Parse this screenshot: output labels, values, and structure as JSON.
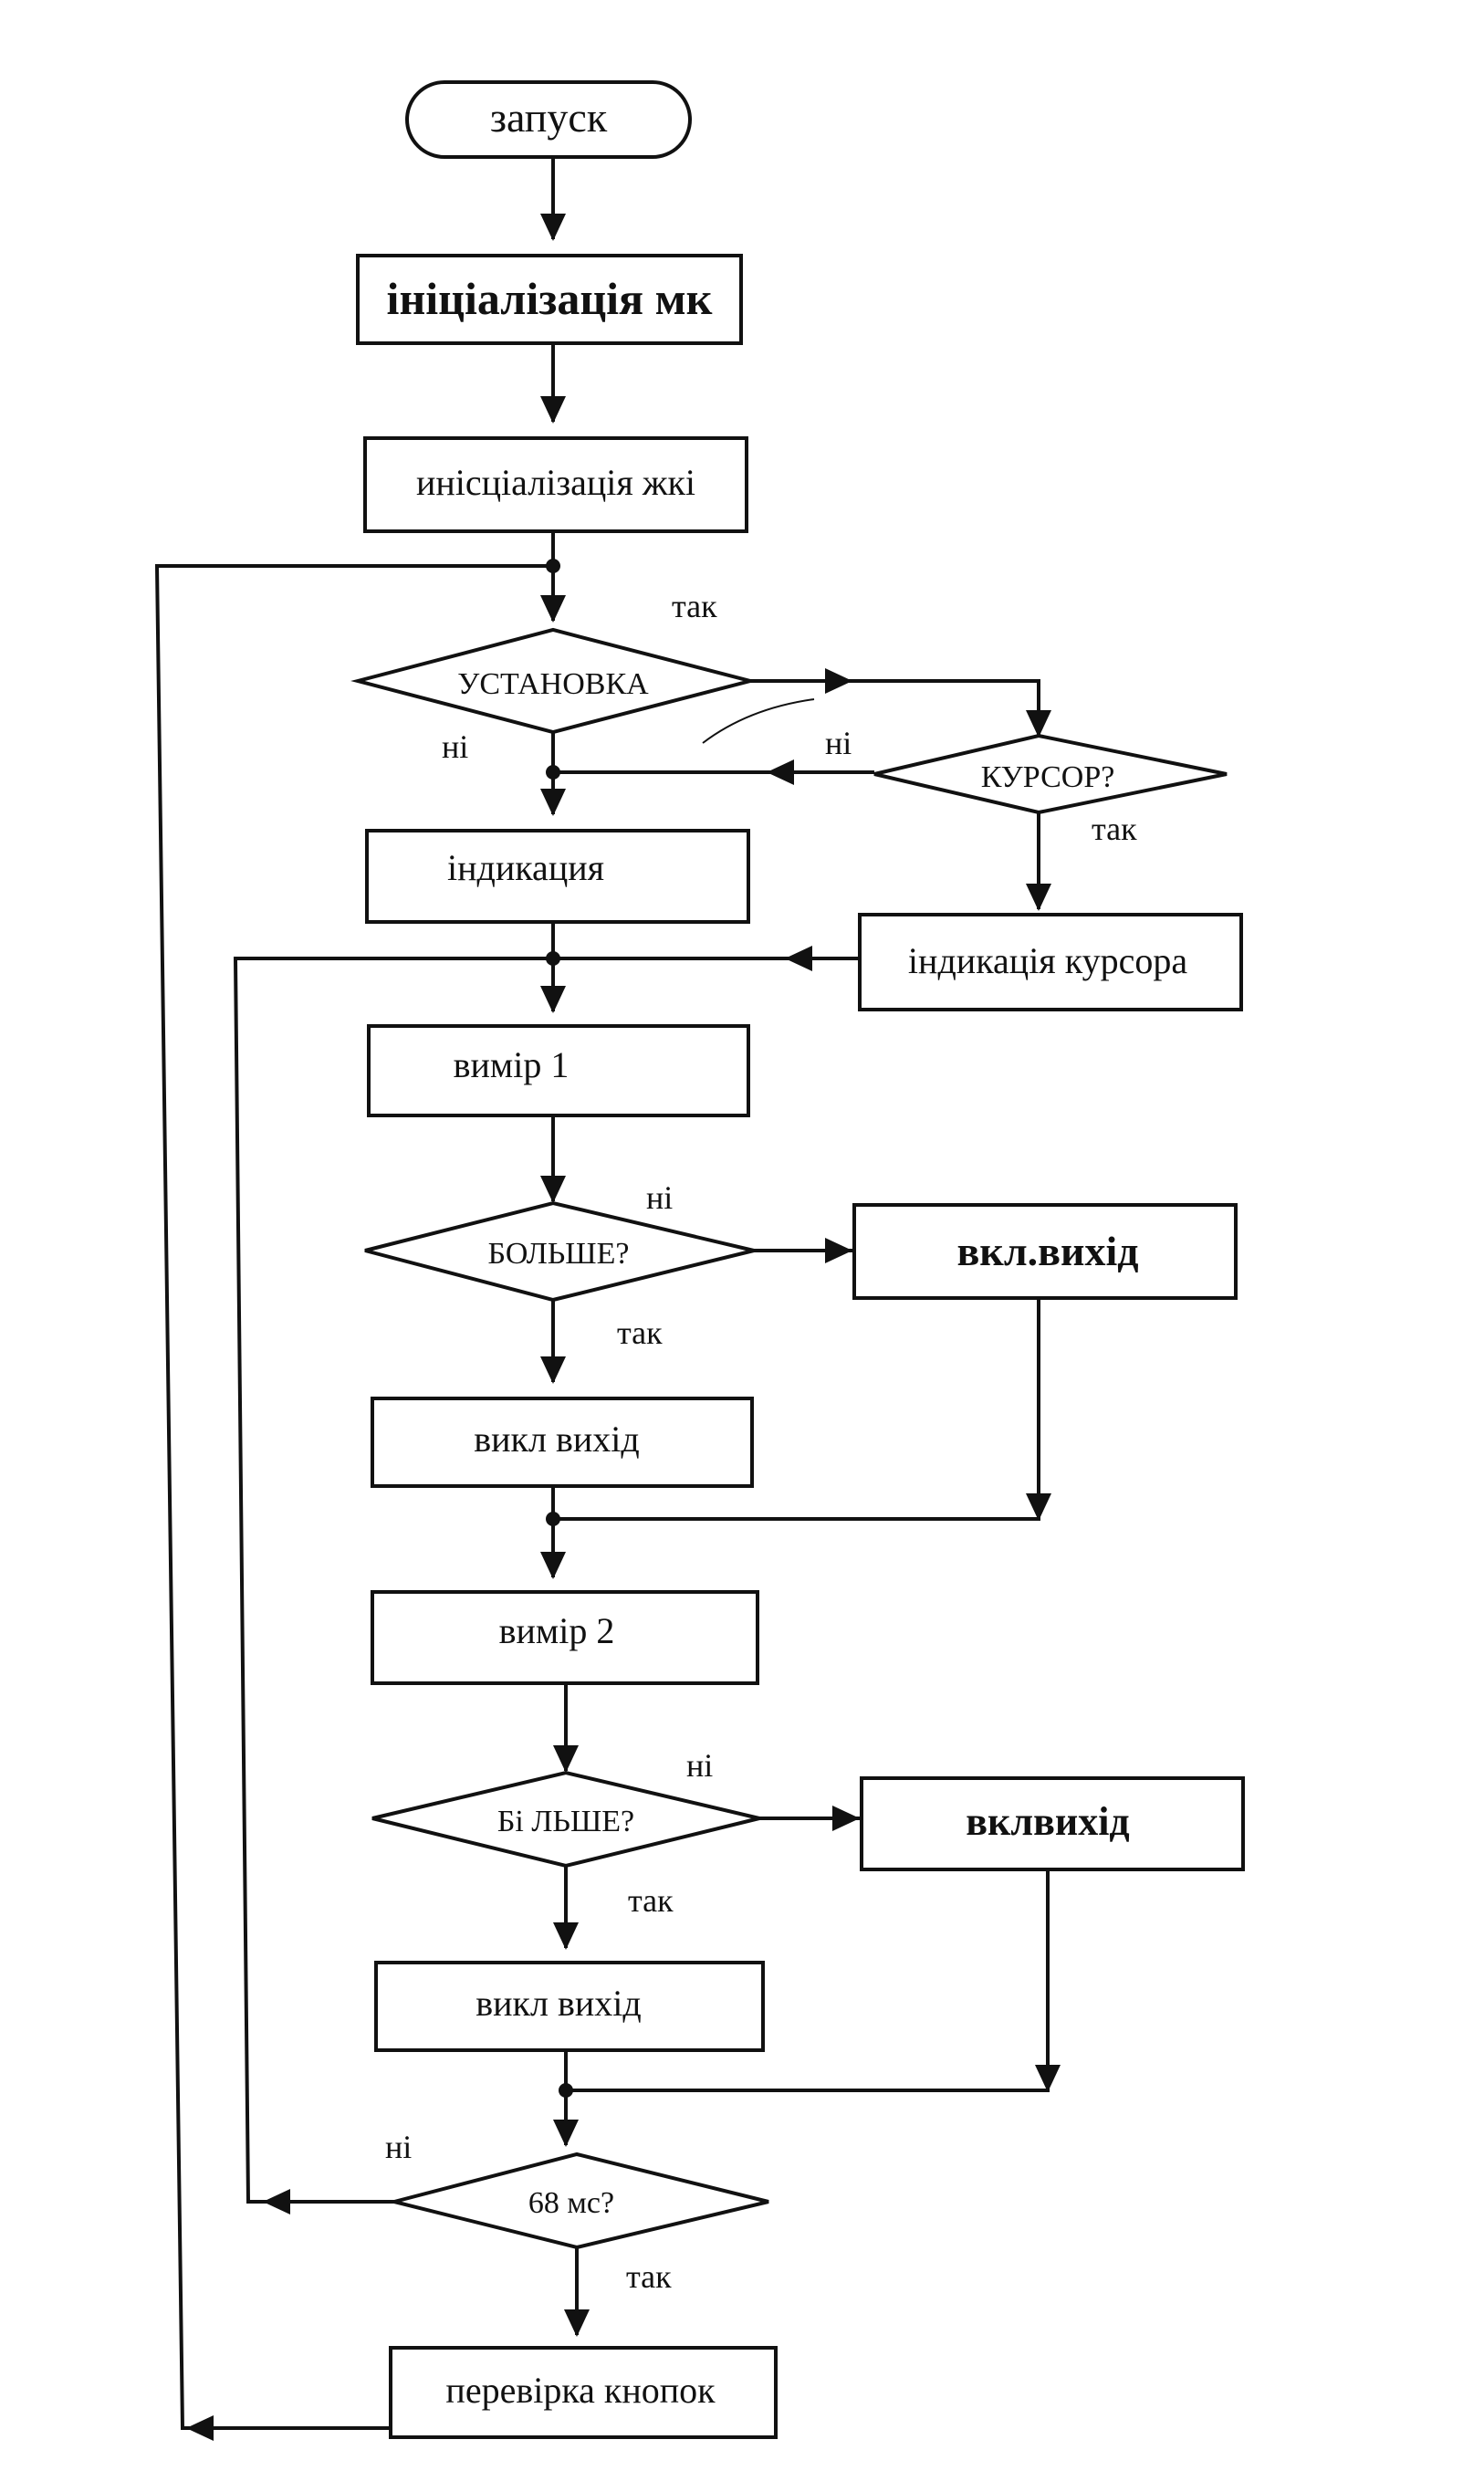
{
  "nodes": {
    "start": "запуск",
    "init_mk": "ініціалізація мк",
    "init_lcd": "инісціалізація жкі",
    "setup_q": "УСТАНОВКА",
    "cursor_q": "КУРСОР?",
    "indication": "індикация",
    "cursor_indication": "індикація курсора",
    "measure1": "вимір 1",
    "more_q": "БОЛЬШЕ?",
    "out_on1": "вкл.вихід",
    "out_off1": "викл вихід",
    "measure2": "вимір 2",
    "more2_q": "Бі ЛЬШЕ?",
    "out_on2": "вклвихід",
    "out_off2": "викл вихід",
    "timer_q": "68 мс?",
    "check_buttons": "перевірка кнопок"
  },
  "edge_labels": {
    "setup_yes": "так",
    "setup_no": "ні",
    "cursor_no": "ні",
    "cursor_yes": "так",
    "more_no": "ні",
    "more_yes": "так",
    "more2_no": "ні",
    "more2_yes": "так",
    "timer_no": "ні",
    "timer_yes": "так"
  }
}
